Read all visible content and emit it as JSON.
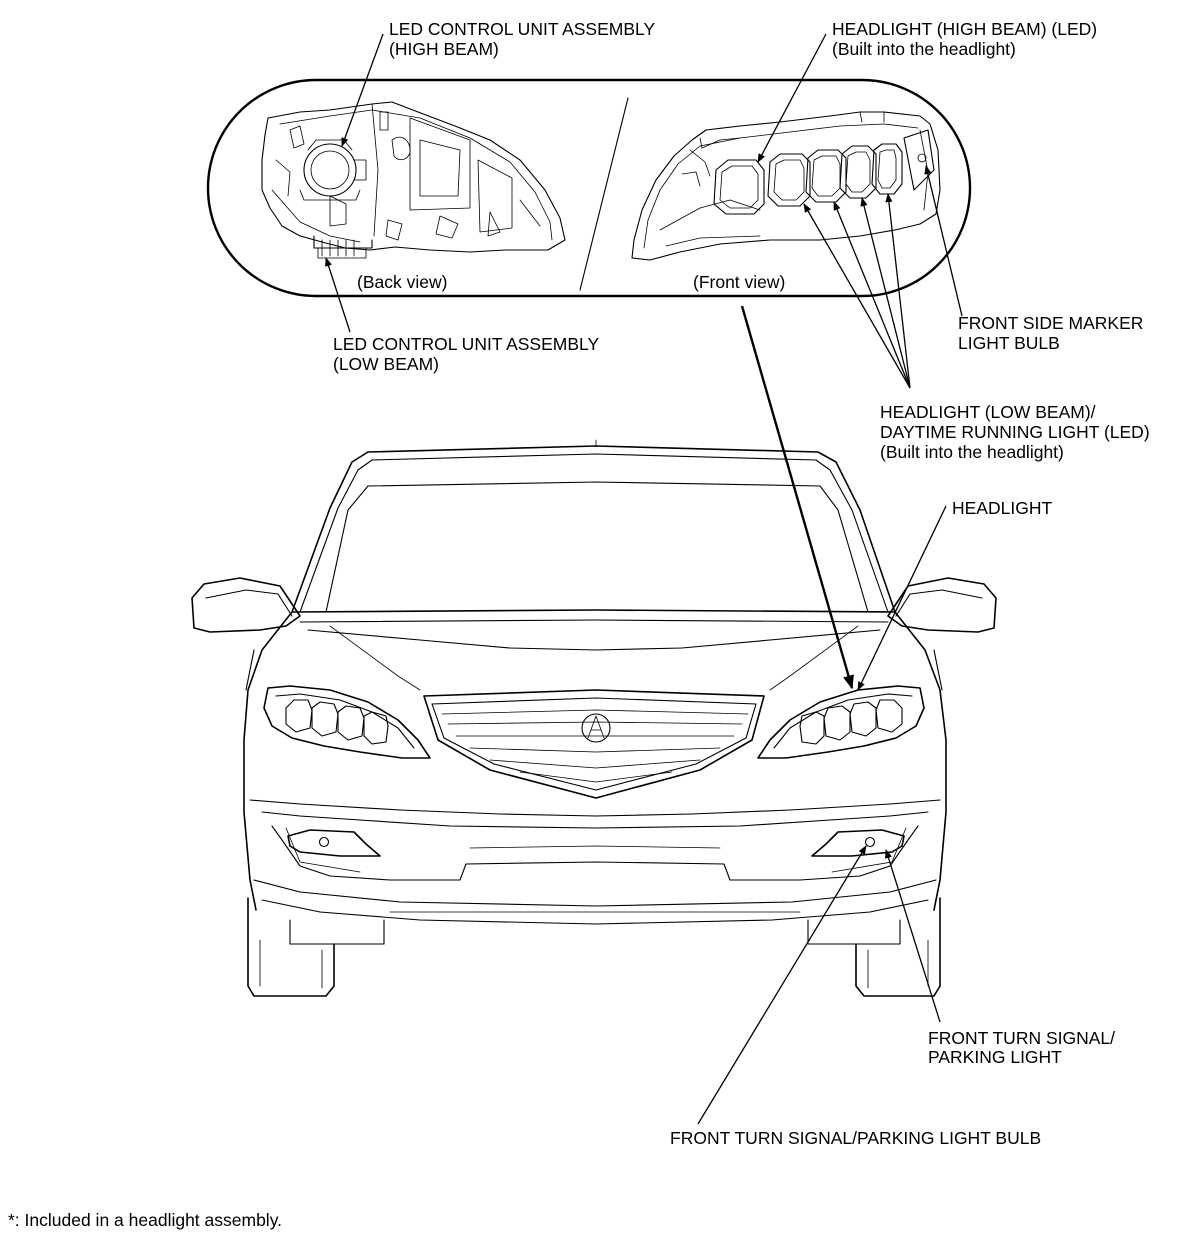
{
  "labels": {
    "led_high_l1": "LED CONTROL UNIT ASSEMBLY",
    "led_high_l2": "(HIGH BEAM)",
    "hl_high_l1": "HEADLIGHT (HIGH BEAM) (LED)",
    "hl_high_l2": "(Built into the headlight)",
    "back_view": "(Back view)",
    "front_view": "(Front view)",
    "led_low_l1": "LED CONTROL UNIT ASSEMBLY",
    "led_low_l2": "(LOW BEAM)",
    "marker_l1": "FRONT SIDE MARKER",
    "marker_l2": "LIGHT BULB",
    "low_beam_l1": "HEADLIGHT (LOW BEAM)/",
    "low_beam_l2": "DAYTIME RUNNING LIGHT (LED)",
    "low_beam_l3": "(Built into the headlight)",
    "headlight": "HEADLIGHT",
    "turn_l1": "FRONT TURN SIGNAL/",
    "turn_l2": "PARKING LIGHT",
    "turn_bulb": "FRONT TURN SIGNAL/PARKING LIGHT BULB"
  },
  "footnote": "*: Included in a headlight assembly."
}
